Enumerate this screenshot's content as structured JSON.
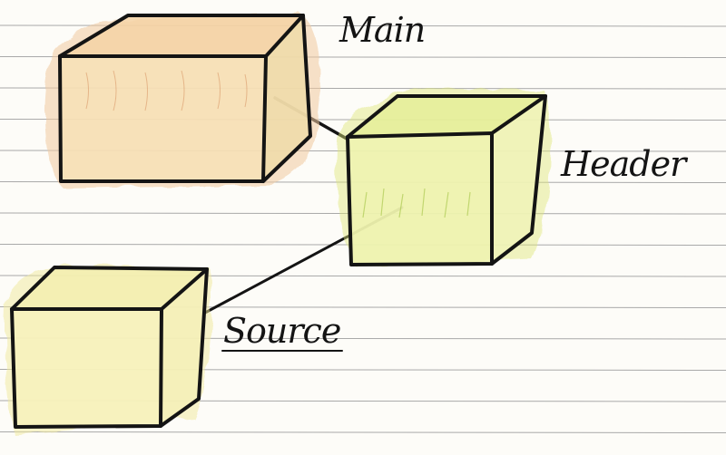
{
  "diagram": {
    "nodes": [
      {
        "id": "main",
        "label": "Main",
        "fill": "#f6dcae",
        "edge_tint": "#c8743a"
      },
      {
        "id": "header",
        "label": "Header",
        "fill": "#eef2a0",
        "edge_tint": "#a8c83a"
      },
      {
        "id": "source",
        "label": "Source",
        "fill": "#f7f2b4",
        "edge_tint": "#d8d060"
      }
    ],
    "edges": [
      {
        "from": "main",
        "to": "header"
      },
      {
        "from": "header",
        "to": "source"
      }
    ],
    "colors": {
      "ink": "#141414",
      "paper": "#fdfcf8",
      "ruled_line": "#a9a9a9"
    }
  }
}
